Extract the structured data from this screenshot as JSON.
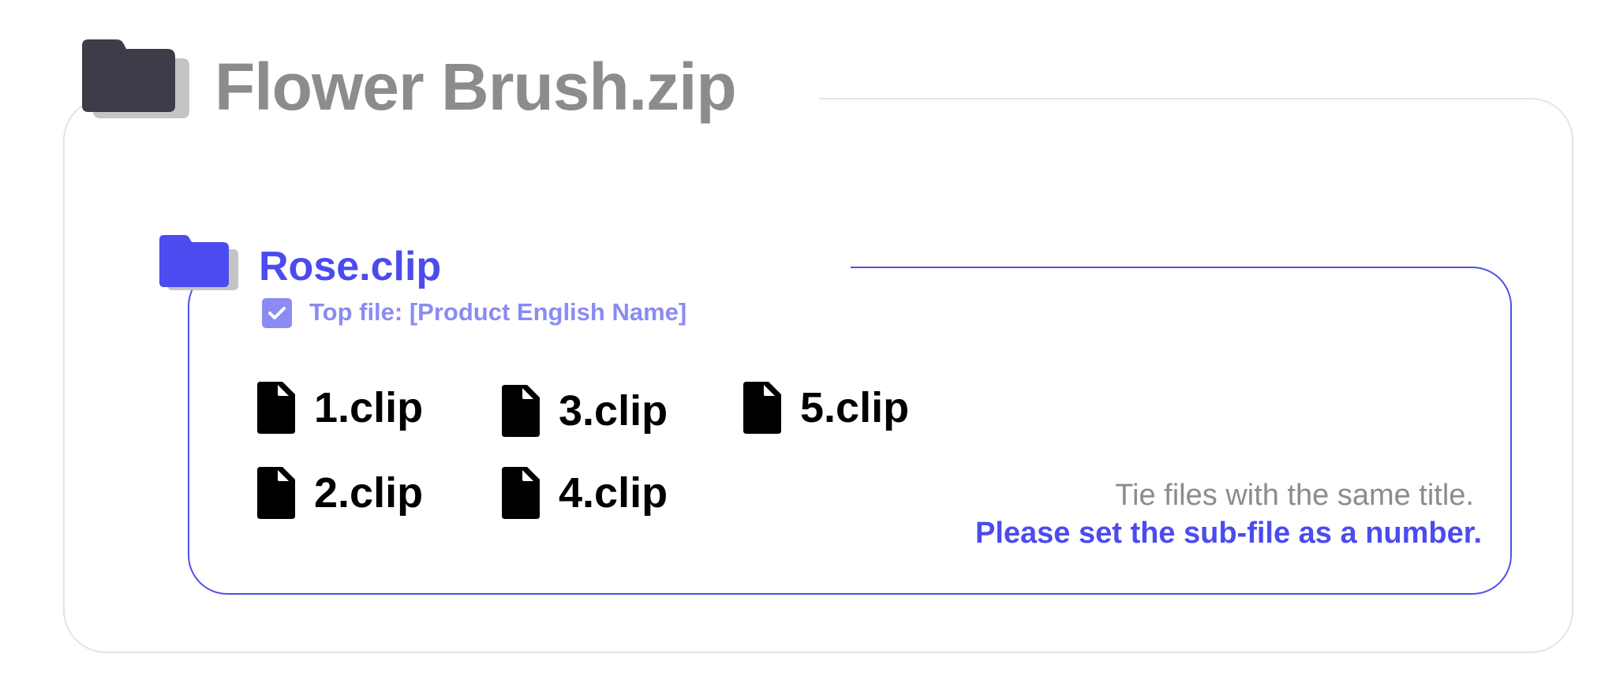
{
  "zip": {
    "title": "Flower Brush.zip",
    "icon": "folder-icon",
    "icon_color": "#3d3c48",
    "icon_shadow_color": "#c4c4c4",
    "title_color": "#8c8c8c"
  },
  "clip_folder": {
    "title": "Rose.clip",
    "icon": "folder-icon",
    "accent_color": "#4b4bef",
    "top_file": {
      "checked": true,
      "label": "Top file: [Product English Name]"
    },
    "files": [
      {
        "name": "1.clip",
        "icon": "file-icon"
      },
      {
        "name": "3.clip",
        "icon": "file-icon"
      },
      {
        "name": "5.clip",
        "icon": "file-icon"
      },
      {
        "name": "2.clip",
        "icon": "file-icon"
      },
      {
        "name": "4.clip",
        "icon": "file-icon"
      }
    ],
    "note": {
      "line1": "Tie files with the same title.",
      "line2": "Please set the sub-file as a number."
    }
  }
}
